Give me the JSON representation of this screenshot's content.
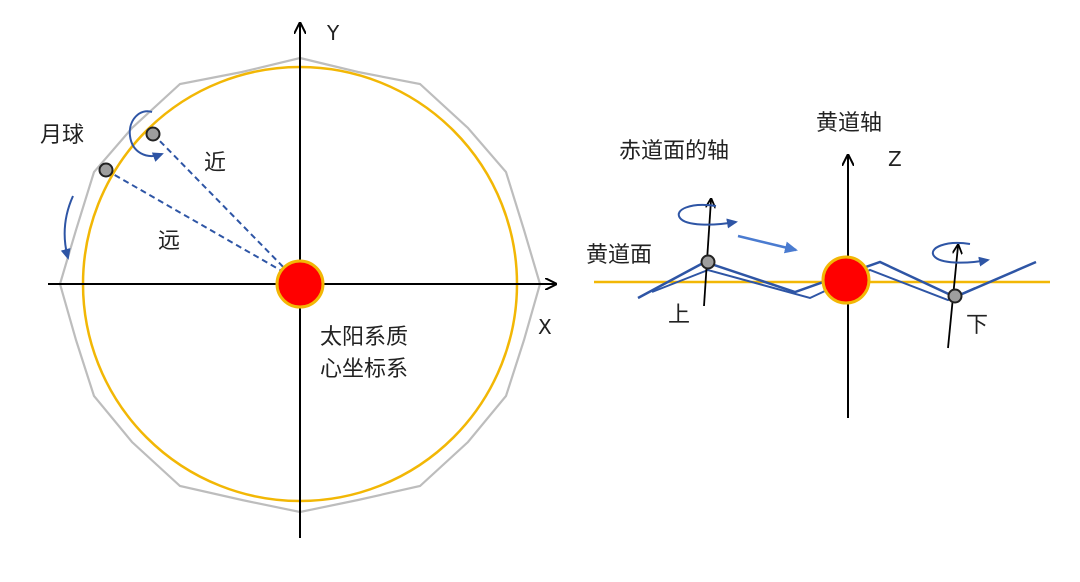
{
  "left_diagram": {
    "axis_x": "X",
    "axis_y": "Y",
    "moon": "月球",
    "near": "近",
    "far": "远",
    "frame_line1": "太阳系质",
    "frame_line2": "心坐标系"
  },
  "right_diagram": {
    "ecliptic_axis": "黄道轴",
    "equator_axis": "赤道面的轴",
    "axis_z": "Z",
    "ecliptic_plane": "黄道面",
    "up": "上",
    "down": "下"
  },
  "colors": {
    "orbit": "#f2b705",
    "polygon": "#bdbdbd",
    "sun": "#ff0000",
    "sun_stroke": "#f2b705",
    "blue": "#2e55a5",
    "light_blue": "#4a7bd0",
    "moon_fill": "#9e9e9e",
    "axis": "#000000"
  }
}
